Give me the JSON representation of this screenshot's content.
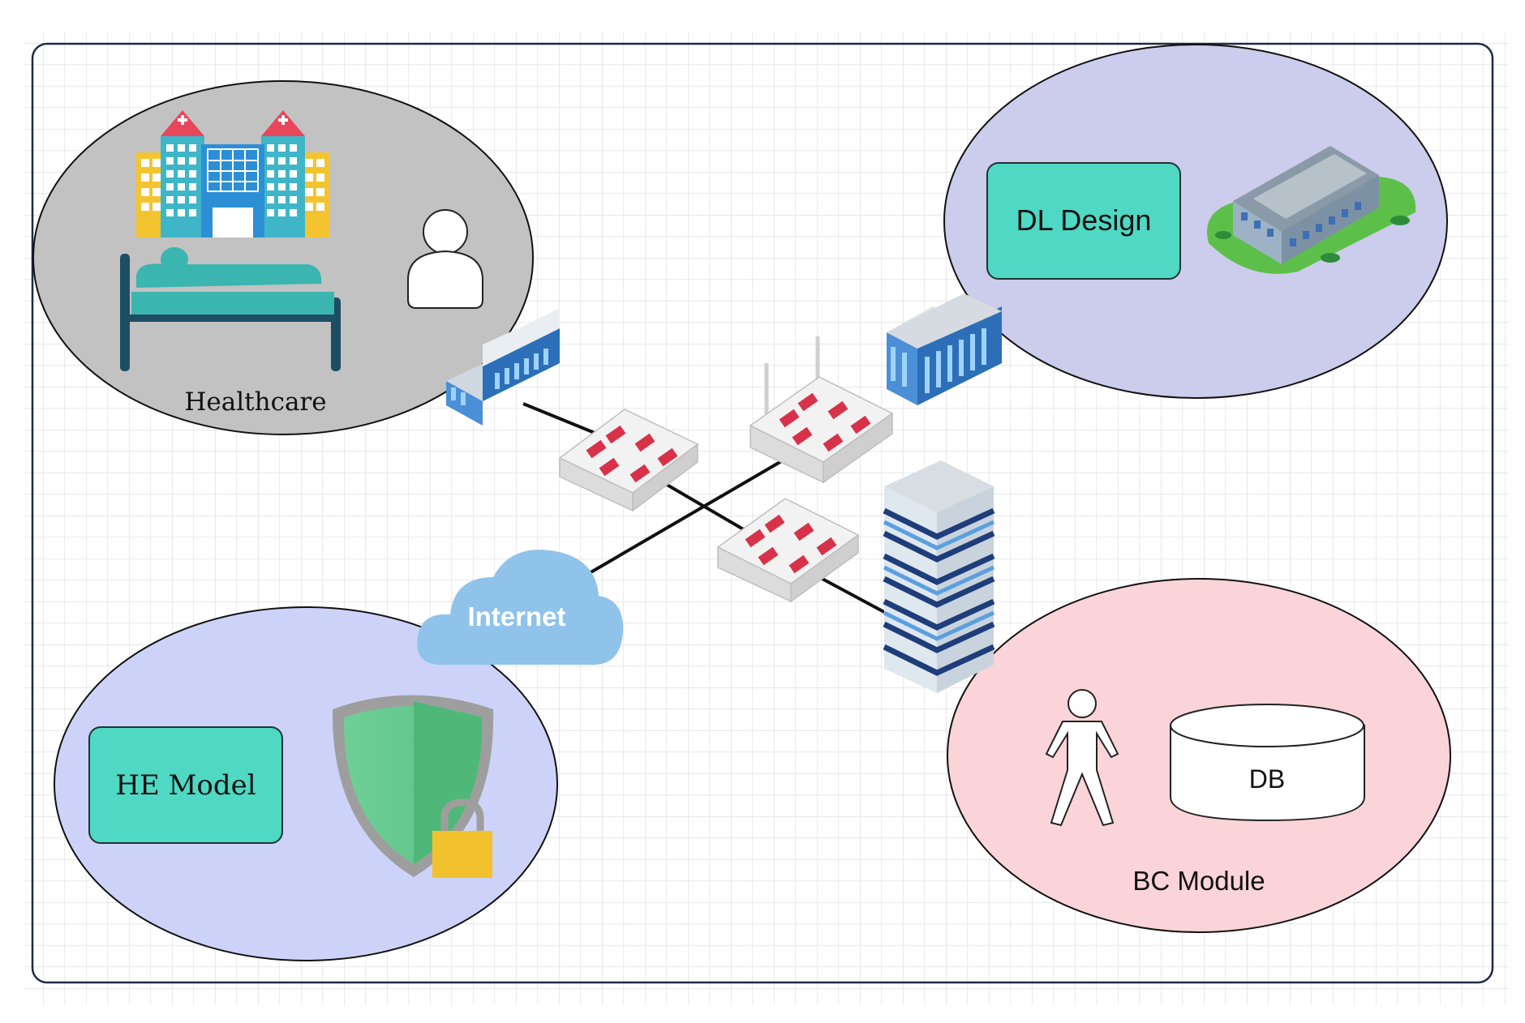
{
  "colors": {
    "grid": "#dadada",
    "frame": "#1f2a44",
    "healthcare_zone": "#c2c2c2",
    "dl_zone": "#ccccec",
    "he_zone": "#cdd3f8",
    "bc_zone": "#fad4d8",
    "teal_box": "#4fd8c4",
    "cloud": "#8fc3ea",
    "firewall_red": "#d8324a",
    "link": "#111111"
  },
  "zones": {
    "healthcare": {
      "label": "Healthcare"
    },
    "dl": {
      "box_label": "DL Design"
    },
    "he": {
      "box_label": "HE Model"
    },
    "bc": {
      "label": "BC Module",
      "db_label": "DB"
    }
  },
  "network": {
    "cloud_label": "Internet"
  },
  "icons": [
    "hospital-icon",
    "patient-bed-icon",
    "user-icon",
    "campus-building-icon",
    "office-building-icon",
    "firewall-icon",
    "wifi-firewall-icon",
    "skyscraper-icon",
    "cloud-icon",
    "shield-lock-icon",
    "person-icon",
    "database-icon"
  ]
}
